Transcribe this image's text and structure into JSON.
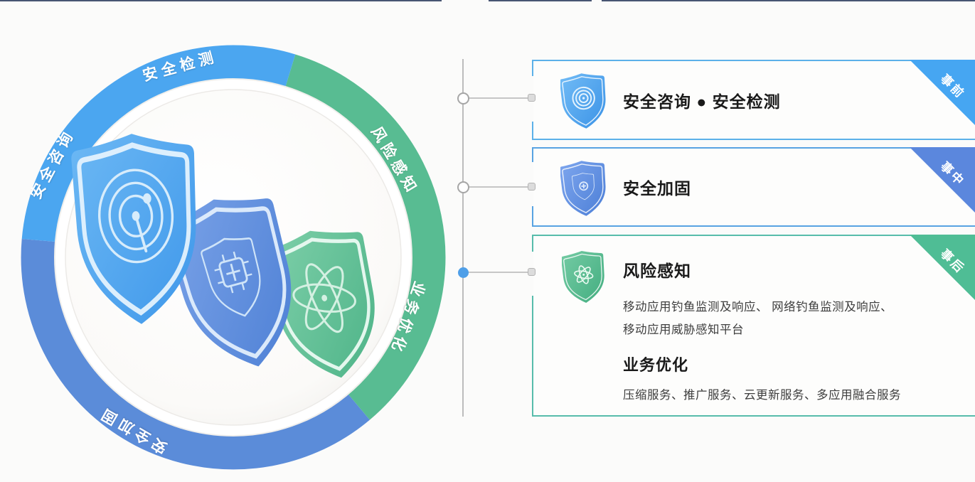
{
  "colors": {
    "arc_light_blue": "#4ba6f0",
    "arc_green": "#58bc92",
    "arc_dark_blue": "#5b8cd9",
    "card1_ribbon": "#46a6f2",
    "card2_ribbon": "#5b87dd",
    "card3_ribbon": "#4fbd95",
    "card1_border": "#5cb1e9",
    "card2_border": "#58a3e2",
    "card3_border": "#57bcab",
    "connector_active_dot": "#4f9fe8"
  },
  "ring": {
    "labels": [
      {
        "text": "安全检测"
      },
      {
        "text": "风险感知"
      },
      {
        "text": "业务优化"
      },
      {
        "text": "安全加固"
      },
      {
        "text": "安全咨询"
      }
    ],
    "shields": [
      {
        "name": "radar-shield"
      },
      {
        "name": "chip-shield"
      },
      {
        "name": "atom-shield"
      }
    ]
  },
  "cards": [
    {
      "ribbon": "事前",
      "title": "安全咨询 ● 安全检测"
    },
    {
      "ribbon": "事中",
      "title": "安全加固"
    },
    {
      "ribbon": "事后",
      "title": "风险感知",
      "desc_line1": "移动应用钓鱼监测及响应、 网络钓鱼监测及响应、",
      "desc_line2": "移动应用威胁感知平台",
      "title2": "业务优化",
      "desc2": "压缩服务、推广服务、云更新服务、多应用融合服务"
    }
  ]
}
